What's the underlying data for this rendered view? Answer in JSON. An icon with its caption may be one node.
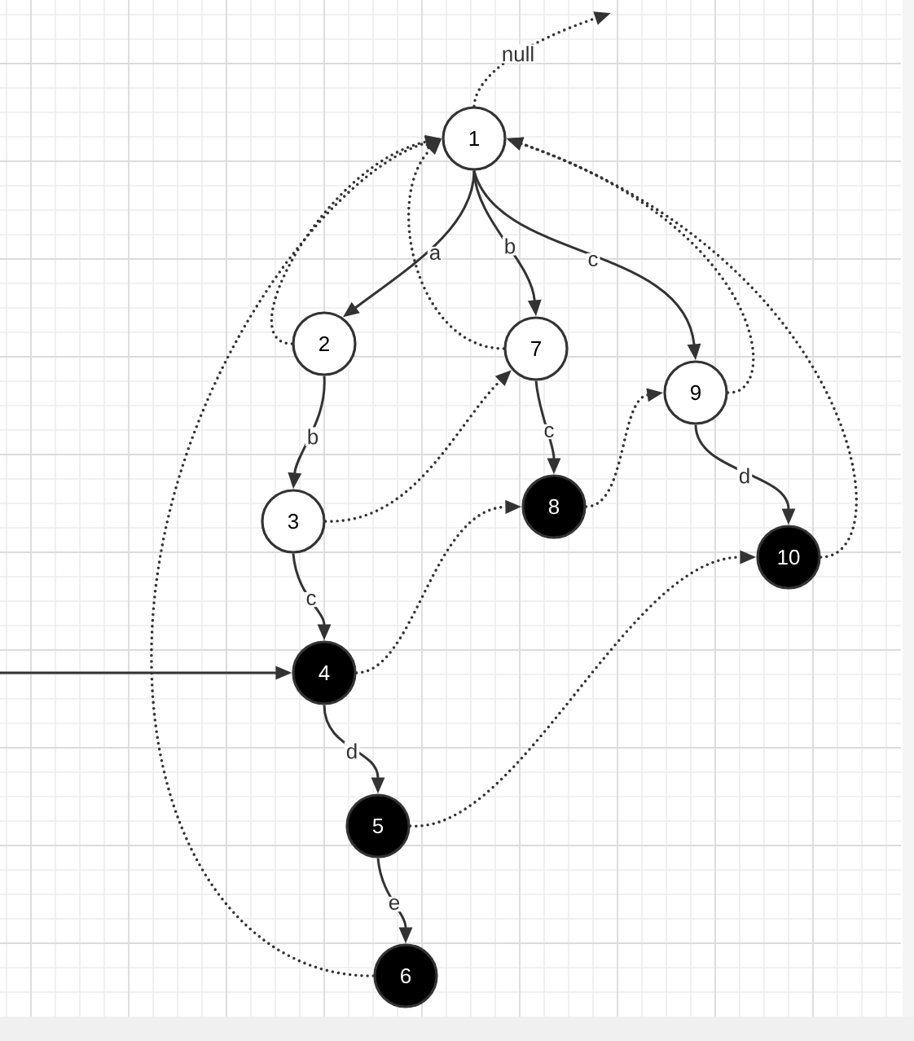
{
  "diagram": {
    "nodes": [
      {
        "text": [
          "1"
        ]
      },
      {
        "text": [
          "2"
        ]
      },
      {
        "text": [
          "7"
        ]
      },
      {
        "text": [
          "9"
        ]
      },
      {
        "text": [
          "3"
        ]
      },
      {
        "text": [
          "8"
        ]
      },
      {
        "text": [
          "10"
        ]
      },
      {
        "text": [
          "4"
        ]
      },
      {
        "text": [
          "5"
        ]
      },
      {
        "text": [
          "6"
        ]
      }
    ],
    "edges": [
      {
        "from": 0,
        "to": 1,
        "arrow": "to",
        "label": "a"
      },
      {
        "from": 0,
        "to": 2,
        "arrow": "to",
        "label": "b"
      },
      {
        "from": 0,
        "to": 3,
        "arrow": "to",
        "label": "c"
      },
      {
        "from": 1,
        "to": 4,
        "arrow": "to",
        "label": "b"
      },
      {
        "from": 2,
        "to": 5,
        "arrow": "to",
        "label": "c"
      },
      {
        "from": 3,
        "to": 6,
        "arrow": "to",
        "label": "d"
      },
      {
        "from": 4,
        "to": 7,
        "arrow": "to",
        "label": "c"
      },
      {
        "from": 7,
        "to": 8,
        "arrow": "to",
        "label": "d"
      },
      {
        "from": 8,
        "to": 9,
        "arrow": "to",
        "label": "e"
      },
      {
        "from": null,
        "to": 7,
        "arrow": "to"
      },
      {
        "from": 0,
        "to": null,
        "arrow": "to",
        "label": "null",
        "style": "dashed"
      },
      {
        "from": 1,
        "to": 0,
        "arrow": "to",
        "style": "dashed"
      },
      {
        "from": 2,
        "to": 0,
        "arrow": "to",
        "style": "dashed"
      },
      {
        "from": 3,
        "to": 0,
        "arrow": "to",
        "style": "dashed"
      },
      {
        "from": 4,
        "to": 2,
        "arrow": "to",
        "style": "dashed"
      },
      {
        "from": 5,
        "to": 3,
        "arrow": "to",
        "style": "dashed"
      },
      {
        "from": 6,
        "to": 0,
        "arrow": "to",
        "style": "dashed"
      },
      {
        "from": 7,
        "to": 5,
        "arrow": "to",
        "style": "dashed"
      },
      {
        "from": 8,
        "to": 6,
        "arrow": "to",
        "style": "dashed"
      },
      {
        "from": 9,
        "to": 0,
        "arrow": "to",
        "style": "dashed"
      }
    ]
  }
}
